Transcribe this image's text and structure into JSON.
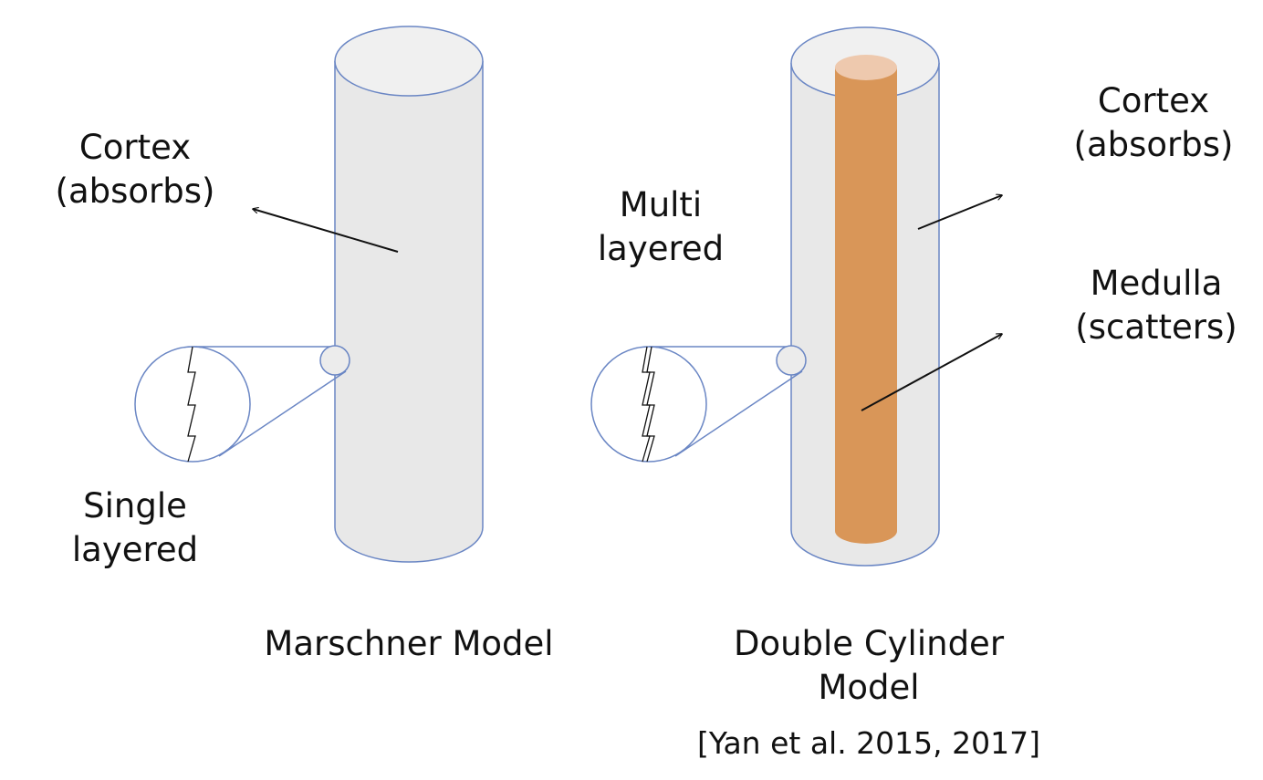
{
  "left_model": {
    "cortex_label": [
      "Cortex",
      "(absorbs)"
    ],
    "layer_label": [
      "Single",
      "layered"
    ],
    "title": "Marschner Model"
  },
  "right_model": {
    "layer_label": [
      "Multi",
      "layered"
    ],
    "cortex_label": [
      "Cortex",
      "(absorbs)"
    ],
    "medulla_label": [
      "Medulla",
      "(scatters)"
    ],
    "title": [
      "Double Cylinder",
      "Model"
    ],
    "citation": "[Yan et al. 2015, 2017]"
  },
  "colors": {
    "cylinder_fill": "#e8e8e8",
    "cylinder_top": "#f0f0f0",
    "cylinder_stroke": "#6a86c4",
    "medulla_fill": "#d99658",
    "medulla_top": "#eec9ae",
    "arrow": "#111111"
  },
  "icons": {
    "left_zoom": "single-layer-zoom-icon",
    "right_zoom": "multi-layer-zoom-icon"
  }
}
